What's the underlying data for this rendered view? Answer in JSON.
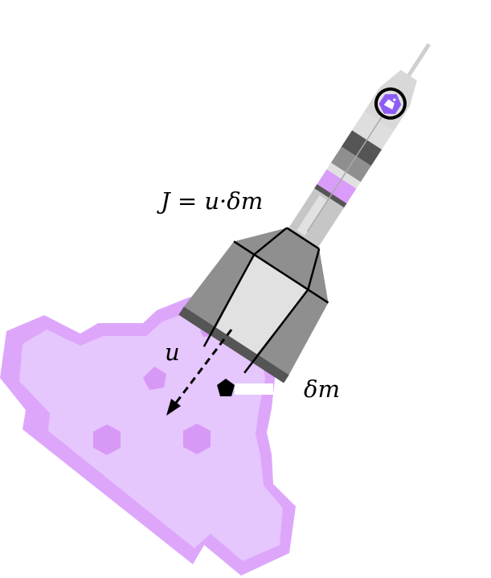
{
  "labels": {
    "impulse_formula": "J = u·δm",
    "exhaust_velocity": "u",
    "mass_element": "δm"
  },
  "colors": {
    "background": "#ffffff",
    "smoke_outer": "#dda6fb",
    "smoke_inner": "#e5c6fd",
    "smoke_puff": "#d898f6",
    "accent_band": "#d99cf8",
    "astronaut": "#8e5cf5",
    "body_light": "#e1e1e1",
    "body_mid": "#c6c6c6",
    "body_dark": "#8f8f8f",
    "body_darkest": "#555555",
    "ink": "#000000"
  },
  "icons": {
    "rocket": "rocket-icon",
    "astronaut": "astronaut-icon",
    "mass_particle": "pentagon-icon",
    "velocity_arrow": "dashed-arrow-icon"
  }
}
